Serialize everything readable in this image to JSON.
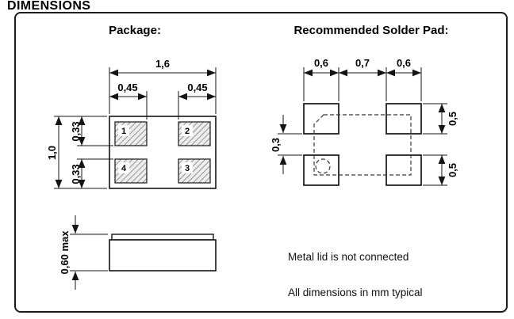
{
  "page": {
    "title": "DIMENSIONS"
  },
  "package": {
    "heading": "Package:",
    "pad_numbers": {
      "p1": "1",
      "p2": "2",
      "p3": "3",
      "p4": "4"
    },
    "dims": {
      "total_width": "1,6",
      "pad_width_left": "0,45",
      "pad_width_right": "0,45",
      "total_height": "1,0",
      "pad_height_top": "0,33",
      "pad_height_bottom": "0,33",
      "max_height": "0,60 max"
    }
  },
  "solder": {
    "heading": "Recommended Solder Pad:",
    "dims": {
      "pad_width_left": "0,6",
      "pad_gap": "0,7",
      "pad_width_right": "0,6",
      "pad_height_top": "0,5",
      "pad_height_bottom": "0,5",
      "row_gap": "0,3"
    }
  },
  "notes": {
    "lid": "Metal lid is not connected",
    "units": "All dimensions in mm typical"
  }
}
